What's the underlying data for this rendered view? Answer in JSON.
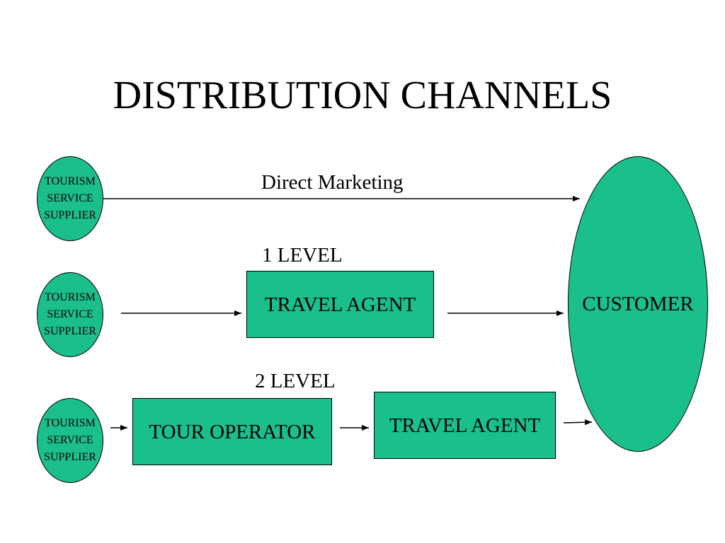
{
  "title": "DISTRIBUTION CHANNELS",
  "colors": {
    "fill": "#1bbf8c",
    "stroke": "#000000"
  },
  "suppliers": [
    "TOURISM\nSERVICE\nSUPPLIER",
    "TOURISM\nSERVICE\nSUPPLIER",
    "TOURISM\nSERVICE\nSUPPLIER"
  ],
  "labels": {
    "direct": "Direct Marketing",
    "level1": "1 LEVEL",
    "level2": "2 LEVEL"
  },
  "nodes": {
    "travel_agent_1": "TRAVEL AGENT",
    "tour_operator": "TOUR OPERATOR",
    "travel_agent_2": "TRAVEL AGENT",
    "customer": "CUSTOMER"
  }
}
